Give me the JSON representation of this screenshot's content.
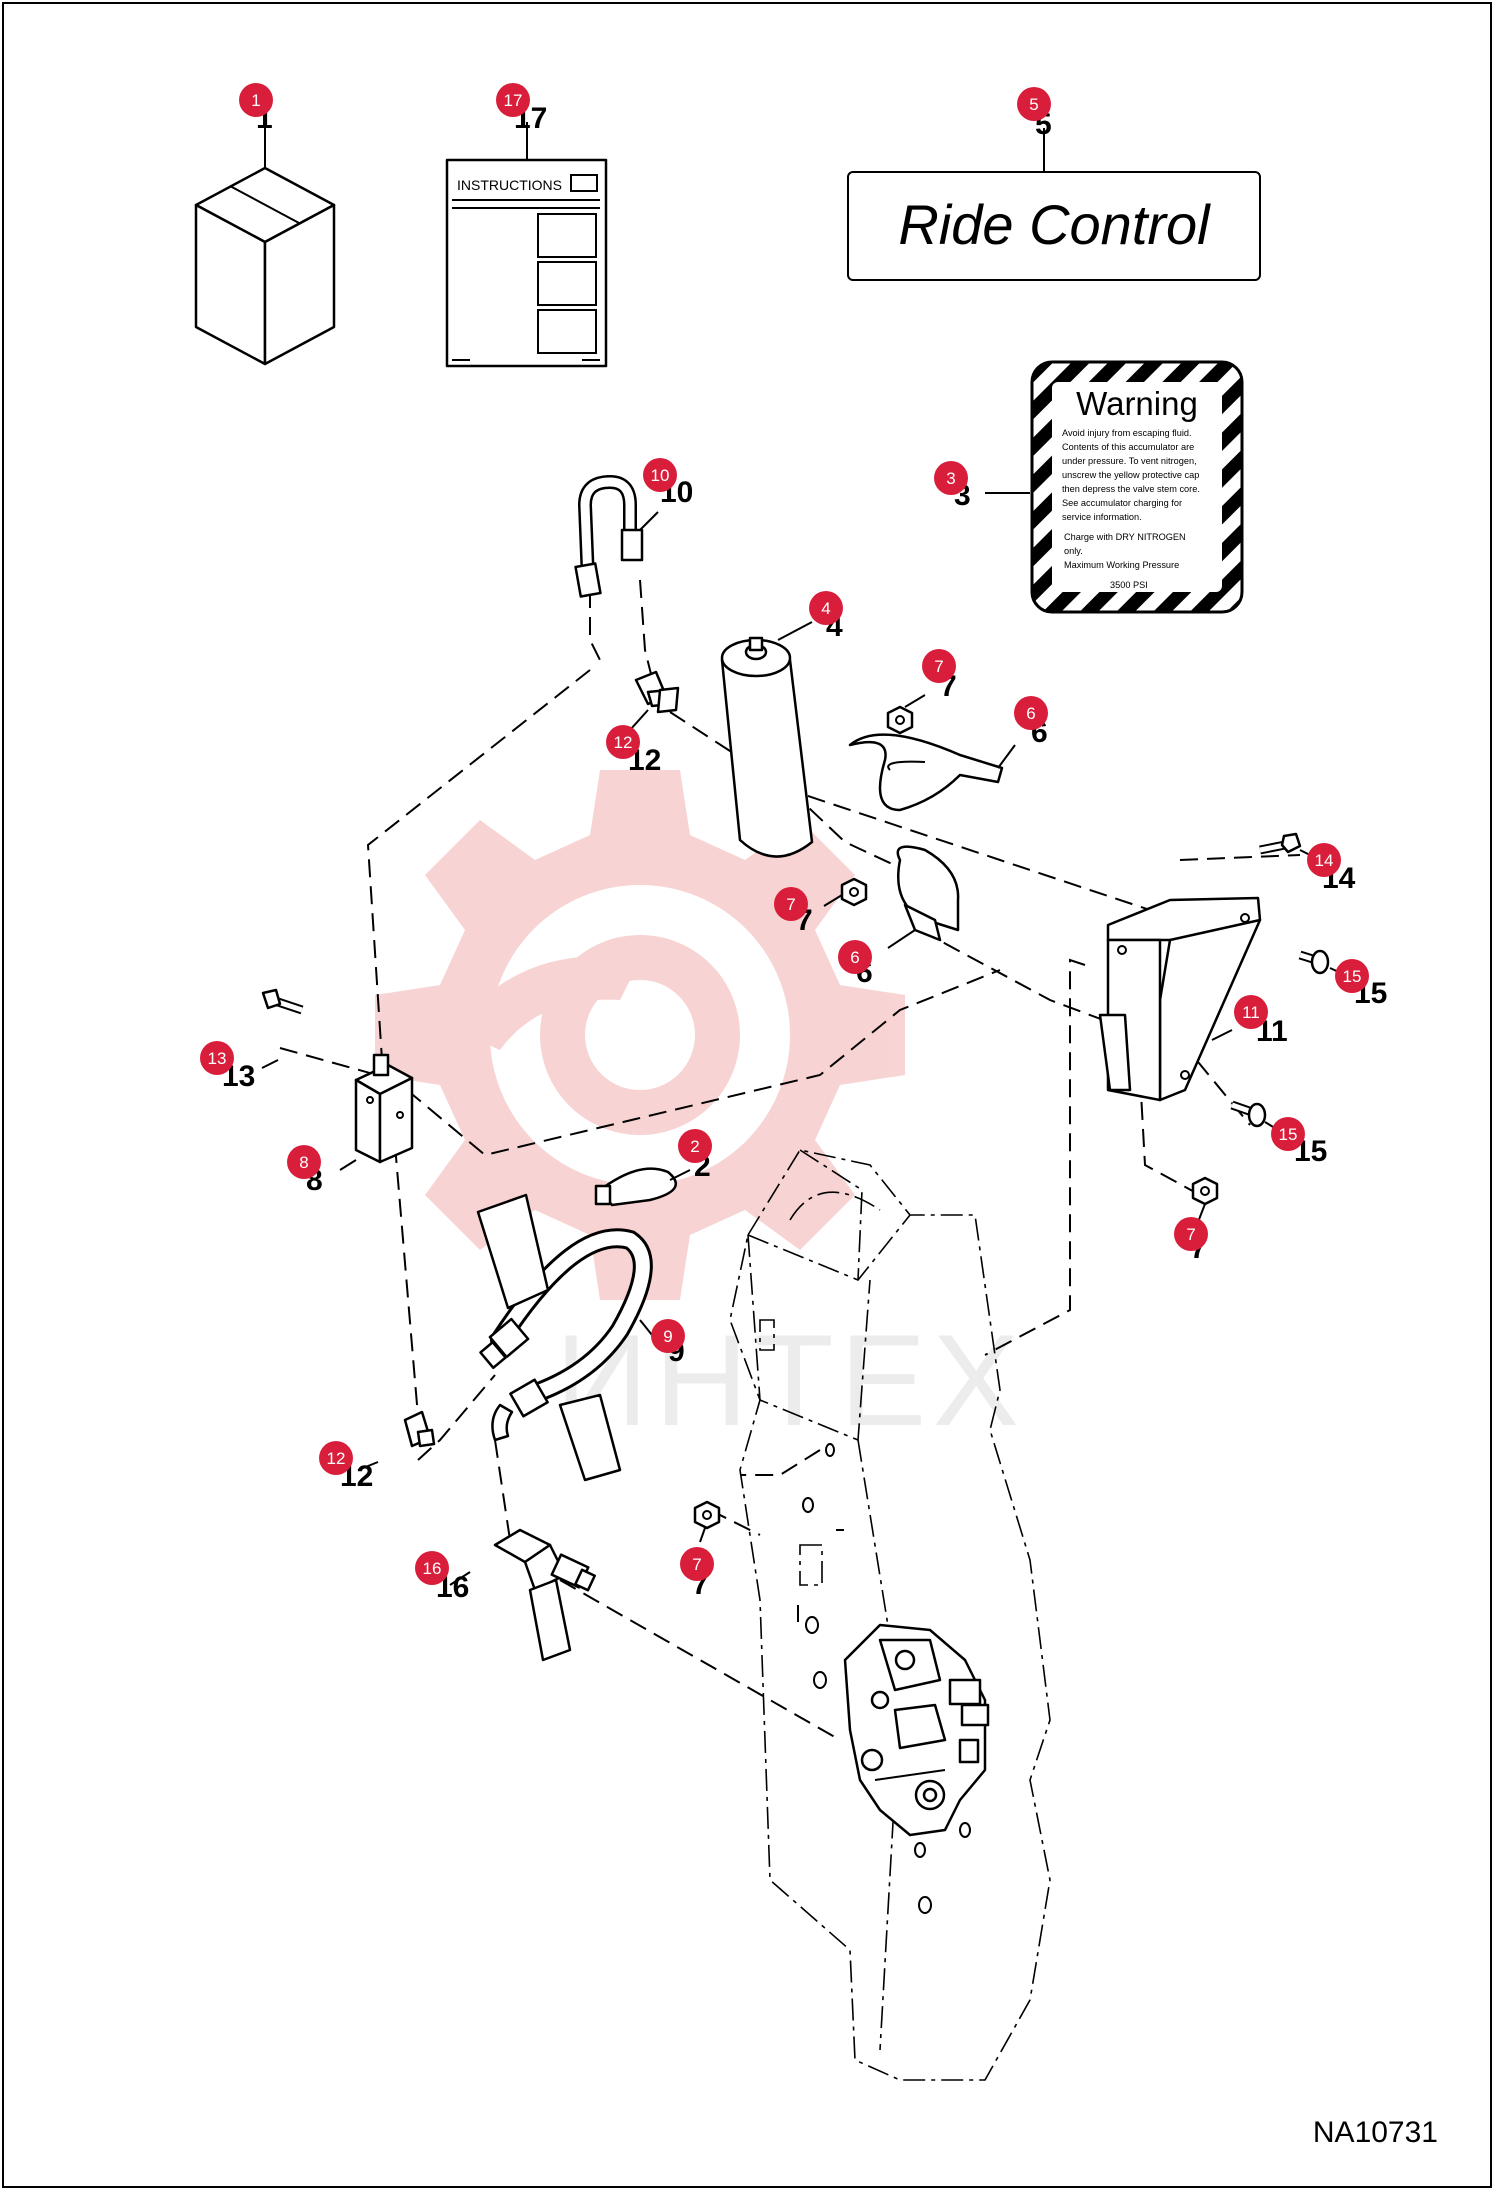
{
  "diagram_id": "NA10731",
  "watermark": "ИНТЕХ",
  "instructions_label": "INSTRUCTIONS",
  "decal_title": "Ride Control",
  "warning": {
    "title": "Warning",
    "lines": [
      "Avoid injury from escaping fluid.",
      "Contents of this accumulator are",
      "under pressure.  To vent nitrogen,",
      "unscrew the yellow protective cap",
      "then depress the valve stem core.",
      "See accumulator charging for",
      "service information.",
      "Charge with DRY NITROGEN",
      "only.",
      "Maximum Working Pressure",
      "3500 PSI"
    ]
  },
  "callouts": [
    {
      "id": "1",
      "label": "1"
    },
    {
      "id": "17",
      "label": "17"
    },
    {
      "id": "5",
      "label": "5"
    },
    {
      "id": "3",
      "label": "3"
    },
    {
      "id": "10",
      "label": "10"
    },
    {
      "id": "4",
      "label": "4"
    },
    {
      "id": "7a",
      "label": "7"
    },
    {
      "id": "6a",
      "label": "6"
    },
    {
      "id": "12a",
      "label": "12"
    },
    {
      "id": "14",
      "label": "14"
    },
    {
      "id": "15a",
      "label": "15"
    },
    {
      "id": "7b",
      "label": "7"
    },
    {
      "id": "6b",
      "label": "6"
    },
    {
      "id": "11",
      "label": "11"
    },
    {
      "id": "13",
      "label": "13"
    },
    {
      "id": "15b",
      "label": "15"
    },
    {
      "id": "8",
      "label": "8"
    },
    {
      "id": "2",
      "label": "2"
    },
    {
      "id": "7c",
      "label": "7"
    },
    {
      "id": "9",
      "label": "9"
    },
    {
      "id": "12b",
      "label": "12"
    },
    {
      "id": "7d",
      "label": "7"
    },
    {
      "id": "16",
      "label": "16"
    }
  ],
  "colors": {
    "badge": "#d81e3a",
    "watermark": "#f7cccc"
  }
}
